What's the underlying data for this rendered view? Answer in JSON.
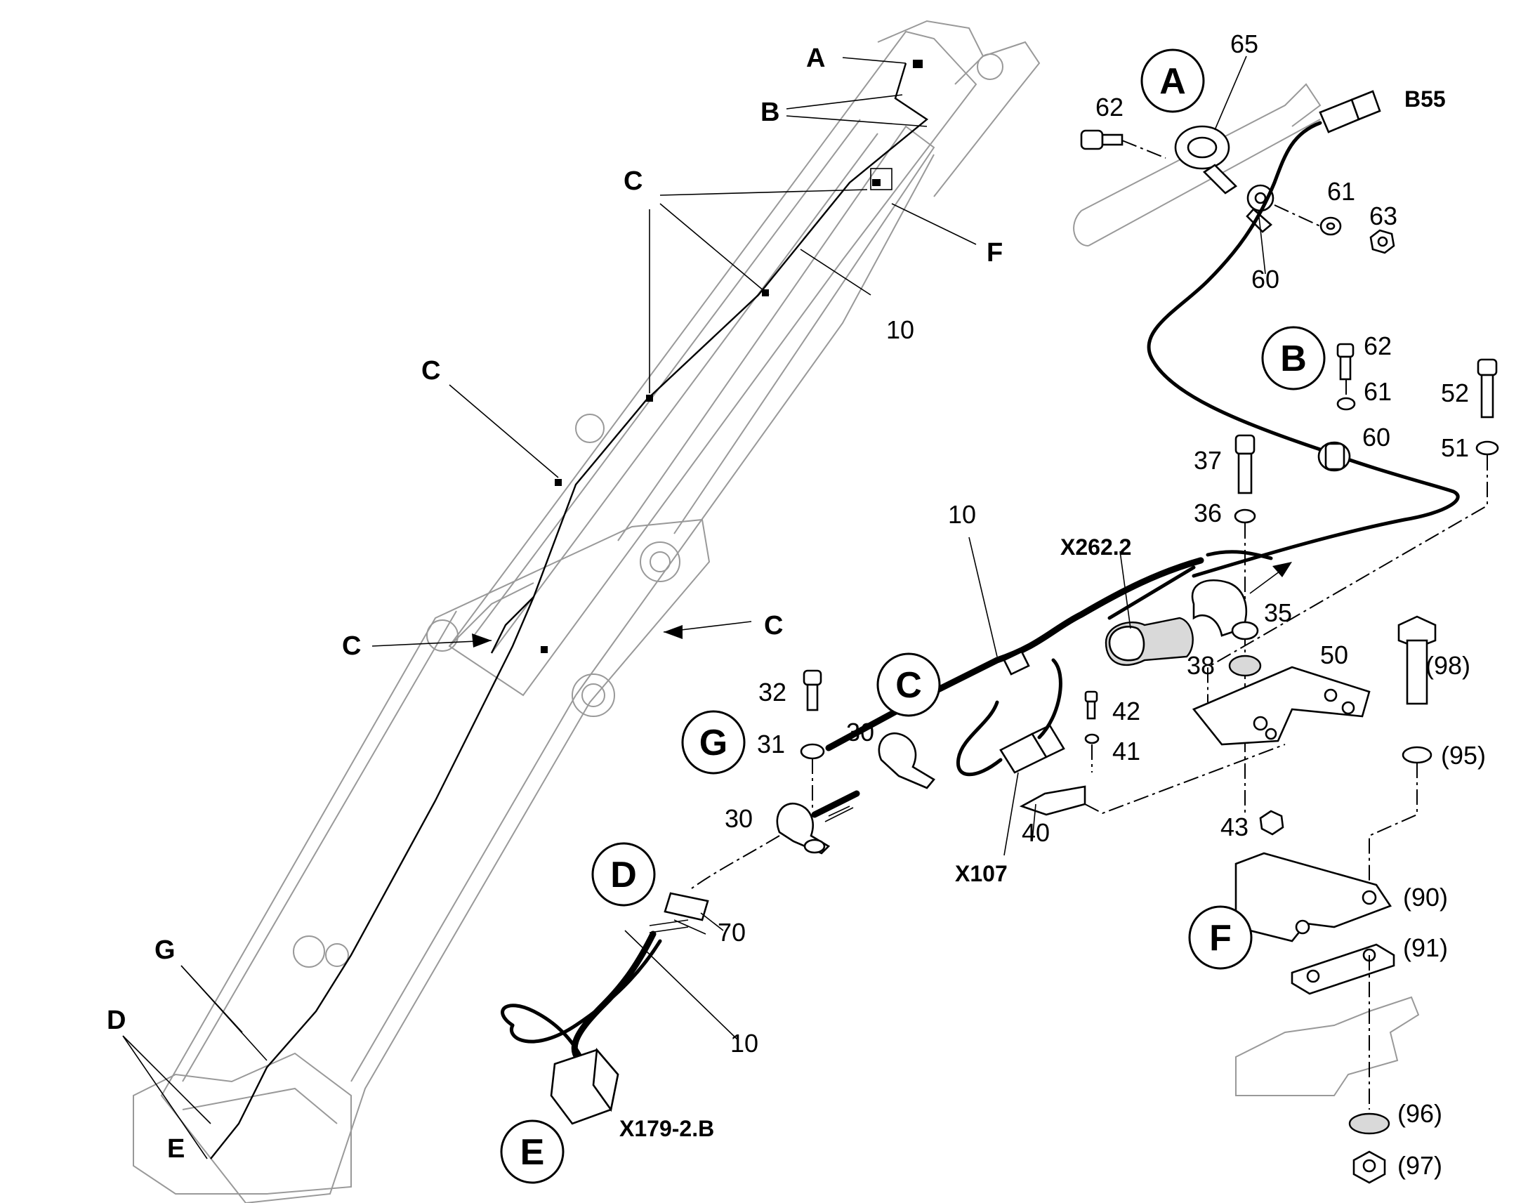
{
  "boom_labels": {
    "A": "A",
    "B": "B",
    "C1": "C",
    "C2": "C",
    "C3": "C",
    "C4": "C",
    "F": "F",
    "ref10": "10",
    "G": "G",
    "D": "D",
    "E": "E"
  },
  "detail_circles": {
    "A": "A",
    "B": "B",
    "C": "C",
    "D": "D",
    "E": "E",
    "F": "F",
    "G": "G"
  },
  "part_numbers": {
    "p65": "65",
    "p62a": "62",
    "p61a": "61",
    "p63": "63",
    "p60a": "60",
    "p62b": "62",
    "p61b": "61",
    "p60b": "60",
    "p52": "52",
    "p51": "51",
    "p37": "37",
    "p36": "36",
    "p10a": "10",
    "p35": "35",
    "p38": "38",
    "p50": "50",
    "p98": "(98)",
    "p95": "(95)",
    "p32": "32",
    "p31": "31",
    "p30a": "30",
    "p30b": "30",
    "p42": "42",
    "p41": "41",
    "p40": "40",
    "p43": "43",
    "p90": "(90)",
    "p91": "(91)",
    "p70": "70",
    "p10b": "10",
    "p96": "(96)",
    "p97": "(97)"
  },
  "connectors": {
    "B55": "B55",
    "X262_2": "X262.2",
    "X107": "X107",
    "X179_2B": "X179-2.B"
  }
}
